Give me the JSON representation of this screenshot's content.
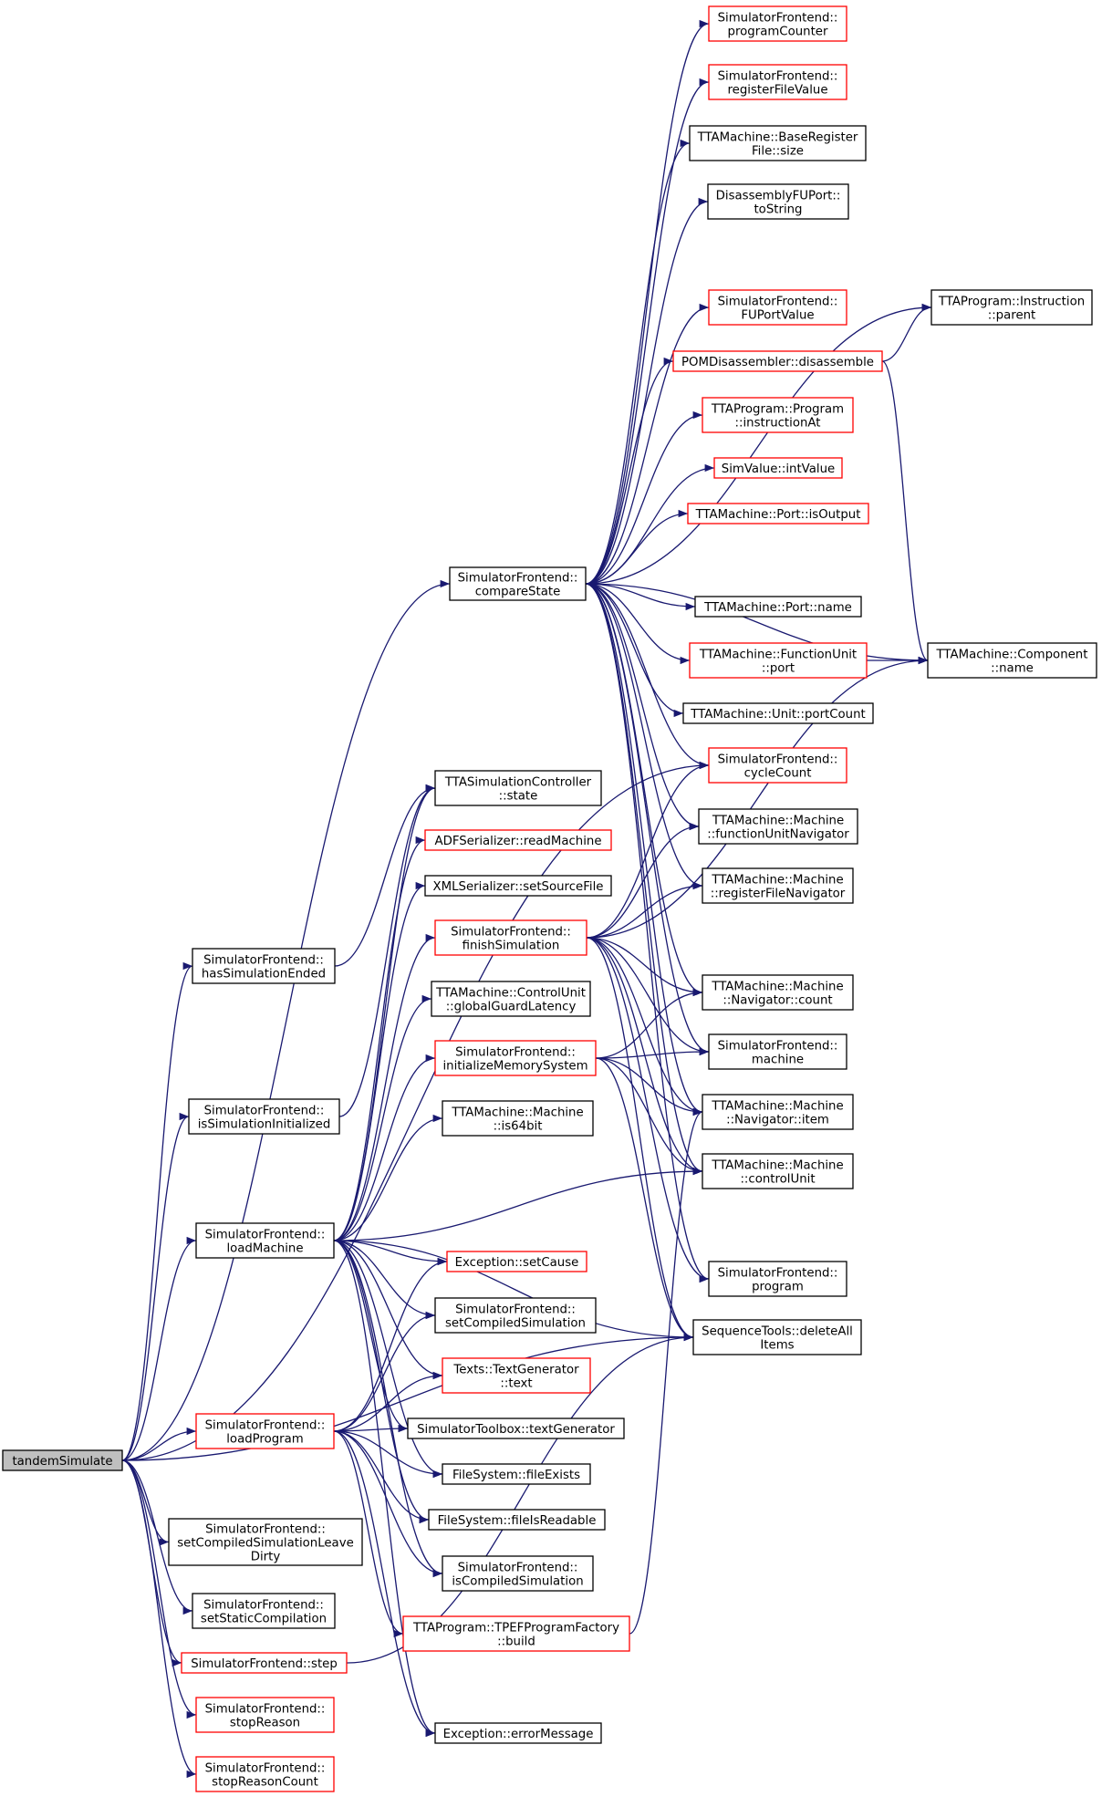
{
  "colors": {
    "edge": "#191970",
    "documented_border": "#000000",
    "undocumented_border": "#ff0000",
    "root_fill": "#bfbfbf"
  },
  "nodes": [
    {
      "id": "n0",
      "lines": [
        "tandemSimulate"
      ],
      "style": "root"
    },
    {
      "id": "n1",
      "lines": [
        "SimulatorFrontend::",
        "compareState"
      ],
      "style": "black"
    },
    {
      "id": "n2",
      "lines": [
        "SimulatorFrontend::",
        "programCounter"
      ],
      "style": "red"
    },
    {
      "id": "n3",
      "lines": [
        "SimulatorFrontend::",
        "registerFileValue"
      ],
      "style": "red"
    },
    {
      "id": "n4",
      "lines": [
        "TTAMachine::BaseRegister",
        "File::size"
      ],
      "style": "black"
    },
    {
      "id": "n5",
      "lines": [
        "DisassemblyFUPort::",
        "toString"
      ],
      "style": "black"
    },
    {
      "id": "n6",
      "lines": [
        "SimulatorFrontend::",
        "FUPortValue"
      ],
      "style": "red"
    },
    {
      "id": "n7",
      "lines": [
        "POMDisassembler::disassemble"
      ],
      "style": "red"
    },
    {
      "id": "n8",
      "lines": [
        "TTAProgram::Instruction",
        "::parent"
      ],
      "style": "black"
    },
    {
      "id": "n9",
      "lines": [
        "TTAProgram::Program",
        "::instructionAt"
      ],
      "style": "red"
    },
    {
      "id": "n10",
      "lines": [
        "SimValue::intValue"
      ],
      "style": "red"
    },
    {
      "id": "n11",
      "lines": [
        "TTAMachine::Port::isOutput"
      ],
      "style": "red"
    },
    {
      "id": "n12",
      "lines": [
        "TTAMachine::Port::name"
      ],
      "style": "black"
    },
    {
      "id": "n13",
      "lines": [
        "TTAMachine::FunctionUnit",
        "::port"
      ],
      "style": "red"
    },
    {
      "id": "n14",
      "lines": [
        "TTAMachine::Component",
        "::name"
      ],
      "style": "black"
    },
    {
      "id": "n15",
      "lines": [
        "TTAMachine::Unit::portCount"
      ],
      "style": "black"
    },
    {
      "id": "n16",
      "lines": [
        "SimulatorFrontend::",
        "cycleCount"
      ],
      "style": "red"
    },
    {
      "id": "n17",
      "lines": [
        "TTAMachine::Machine",
        "::functionUnitNavigator"
      ],
      "style": "black"
    },
    {
      "id": "n18",
      "lines": [
        "TTAMachine::Machine",
        "::registerFileNavigator"
      ],
      "style": "black"
    },
    {
      "id": "n19",
      "lines": [
        "TTAMachine::Machine",
        "::Navigator::count"
      ],
      "style": "black"
    },
    {
      "id": "n20",
      "lines": [
        "SimulatorFrontend::",
        "machine"
      ],
      "style": "black"
    },
    {
      "id": "n21",
      "lines": [
        "TTAMachine::Machine",
        "::Navigator::item"
      ],
      "style": "black"
    },
    {
      "id": "n22",
      "lines": [
        "TTAMachine::Machine",
        "::controlUnit"
      ],
      "style": "black"
    },
    {
      "id": "n23",
      "lines": [
        "SimulatorFrontend::",
        "program"
      ],
      "style": "black"
    },
    {
      "id": "n24",
      "lines": [
        "SequenceTools::deleteAll",
        "Items"
      ],
      "style": "black"
    },
    {
      "id": "n25",
      "lines": [
        "TTASimulationController",
        "::state"
      ],
      "style": "black"
    },
    {
      "id": "n26",
      "lines": [
        "ADFSerializer::readMachine"
      ],
      "style": "red"
    },
    {
      "id": "n27",
      "lines": [
        "XMLSerializer::setSourceFile"
      ],
      "style": "black"
    },
    {
      "id": "n28",
      "lines": [
        "SimulatorFrontend::",
        "finishSimulation"
      ],
      "style": "red"
    },
    {
      "id": "n29",
      "lines": [
        "TTAMachine::ControlUnit",
        "::globalGuardLatency"
      ],
      "style": "black"
    },
    {
      "id": "n30",
      "lines": [
        "SimulatorFrontend::",
        "initializeMemorySystem"
      ],
      "style": "red"
    },
    {
      "id": "n31",
      "lines": [
        "TTAMachine::Machine",
        "::is64bit"
      ],
      "style": "black"
    },
    {
      "id": "n32",
      "lines": [
        "SimulatorFrontend::",
        "hasSimulationEnded"
      ],
      "style": "black"
    },
    {
      "id": "n33",
      "lines": [
        "SimulatorFrontend::",
        "isSimulationInitialized"
      ],
      "style": "black"
    },
    {
      "id": "n34",
      "lines": [
        "SimulatorFrontend::",
        "loadMachine"
      ],
      "style": "black"
    },
    {
      "id": "n35",
      "lines": [
        "Exception::setCause"
      ],
      "style": "red"
    },
    {
      "id": "n36",
      "lines": [
        "SimulatorFrontend::",
        "setCompiledSimulation"
      ],
      "style": "black"
    },
    {
      "id": "n37",
      "lines": [
        "Texts::TextGenerator",
        "::text"
      ],
      "style": "red"
    },
    {
      "id": "n38",
      "lines": [
        "SimulatorFrontend::",
        "loadProgram"
      ],
      "style": "red"
    },
    {
      "id": "n39",
      "lines": [
        "SimulatorToolbox::textGenerator"
      ],
      "style": "black"
    },
    {
      "id": "n40",
      "lines": [
        "FileSystem::fileExists"
      ],
      "style": "black"
    },
    {
      "id": "n41",
      "lines": [
        "FileSystem::fileIsReadable"
      ],
      "style": "black"
    },
    {
      "id": "n42",
      "lines": [
        "SimulatorFrontend::",
        "isCompiledSimulation"
      ],
      "style": "black"
    },
    {
      "id": "n43",
      "lines": [
        "TTAProgram::TPEFProgramFactory",
        "::build"
      ],
      "style": "red"
    },
    {
      "id": "n44",
      "lines": [
        "Exception::errorMessage"
      ],
      "style": "black"
    },
    {
      "id": "n45",
      "lines": [
        "SimulatorFrontend::",
        "setCompiledSimulationLeave",
        "Dirty"
      ],
      "style": "black"
    },
    {
      "id": "n46",
      "lines": [
        "SimulatorFrontend::",
        "setStaticCompilation"
      ],
      "style": "black"
    },
    {
      "id": "n47",
      "lines": [
        "SimulatorFrontend::step"
      ],
      "style": "red"
    },
    {
      "id": "n48",
      "lines": [
        "SimulatorFrontend::",
        "stopReason"
      ],
      "style": "red"
    },
    {
      "id": "n49",
      "lines": [
        "SimulatorFrontend::",
        "stopReasonCount"
      ],
      "style": "red"
    }
  ],
  "edges": [
    [
      "n0",
      "n1"
    ],
    [
      "n0",
      "n16"
    ],
    [
      "n0",
      "n24"
    ],
    [
      "n0",
      "n32"
    ],
    [
      "n0",
      "n33"
    ],
    [
      "n0",
      "n34"
    ],
    [
      "n0",
      "n38"
    ],
    [
      "n0",
      "n45"
    ],
    [
      "n0",
      "n46"
    ],
    [
      "n0",
      "n47"
    ],
    [
      "n0",
      "n48"
    ],
    [
      "n0",
      "n49"
    ],
    [
      "n1",
      "n2"
    ],
    [
      "n1",
      "n3"
    ],
    [
      "n1",
      "n4"
    ],
    [
      "n1",
      "n5"
    ],
    [
      "n1",
      "n6"
    ],
    [
      "n1",
      "n7"
    ],
    [
      "n1",
      "n8"
    ],
    [
      "n1",
      "n9"
    ],
    [
      "n1",
      "n10"
    ],
    [
      "n1",
      "n11"
    ],
    [
      "n1",
      "n12"
    ],
    [
      "n1",
      "n13"
    ],
    [
      "n1",
      "n14"
    ],
    [
      "n1",
      "n15"
    ],
    [
      "n1",
      "n16"
    ],
    [
      "n1",
      "n17"
    ],
    [
      "n1",
      "n18"
    ],
    [
      "n1",
      "n19"
    ],
    [
      "n1",
      "n20"
    ],
    [
      "n1",
      "n21"
    ],
    [
      "n1",
      "n22"
    ],
    [
      "n1",
      "n23"
    ],
    [
      "n7",
      "n8"
    ],
    [
      "n7",
      "n14"
    ],
    [
      "n13",
      "n14"
    ],
    [
      "n28",
      "n14"
    ],
    [
      "n28",
      "n16"
    ],
    [
      "n28",
      "n17"
    ],
    [
      "n28",
      "n18"
    ],
    [
      "n28",
      "n19"
    ],
    [
      "n28",
      "n20"
    ],
    [
      "n28",
      "n21"
    ],
    [
      "n28",
      "n22"
    ],
    [
      "n28",
      "n23"
    ],
    [
      "n28",
      "n24"
    ],
    [
      "n30",
      "n19"
    ],
    [
      "n30",
      "n20"
    ],
    [
      "n30",
      "n21"
    ],
    [
      "n30",
      "n22"
    ],
    [
      "n30",
      "n24"
    ],
    [
      "n32",
      "n25"
    ],
    [
      "n33",
      "n25"
    ],
    [
      "n34",
      "n25"
    ],
    [
      "n34",
      "n26"
    ],
    [
      "n34",
      "n27"
    ],
    [
      "n34",
      "n28"
    ],
    [
      "n34",
      "n29"
    ],
    [
      "n34",
      "n30"
    ],
    [
      "n34",
      "n31"
    ],
    [
      "n34",
      "n22"
    ],
    [
      "n34",
      "n24"
    ],
    [
      "n34",
      "n35"
    ],
    [
      "n34",
      "n36"
    ],
    [
      "n34",
      "n37"
    ],
    [
      "n34",
      "n39"
    ],
    [
      "n34",
      "n40"
    ],
    [
      "n34",
      "n41"
    ],
    [
      "n34",
      "n42"
    ],
    [
      "n34",
      "n44"
    ],
    [
      "n38",
      "n35"
    ],
    [
      "n38",
      "n36"
    ],
    [
      "n38",
      "n37"
    ],
    [
      "n38",
      "n39"
    ],
    [
      "n38",
      "n40"
    ],
    [
      "n38",
      "n41"
    ],
    [
      "n38",
      "n42"
    ],
    [
      "n38",
      "n43"
    ],
    [
      "n38",
      "n44"
    ],
    [
      "n43",
      "n21"
    ],
    [
      "n47",
      "n24"
    ]
  ]
}
